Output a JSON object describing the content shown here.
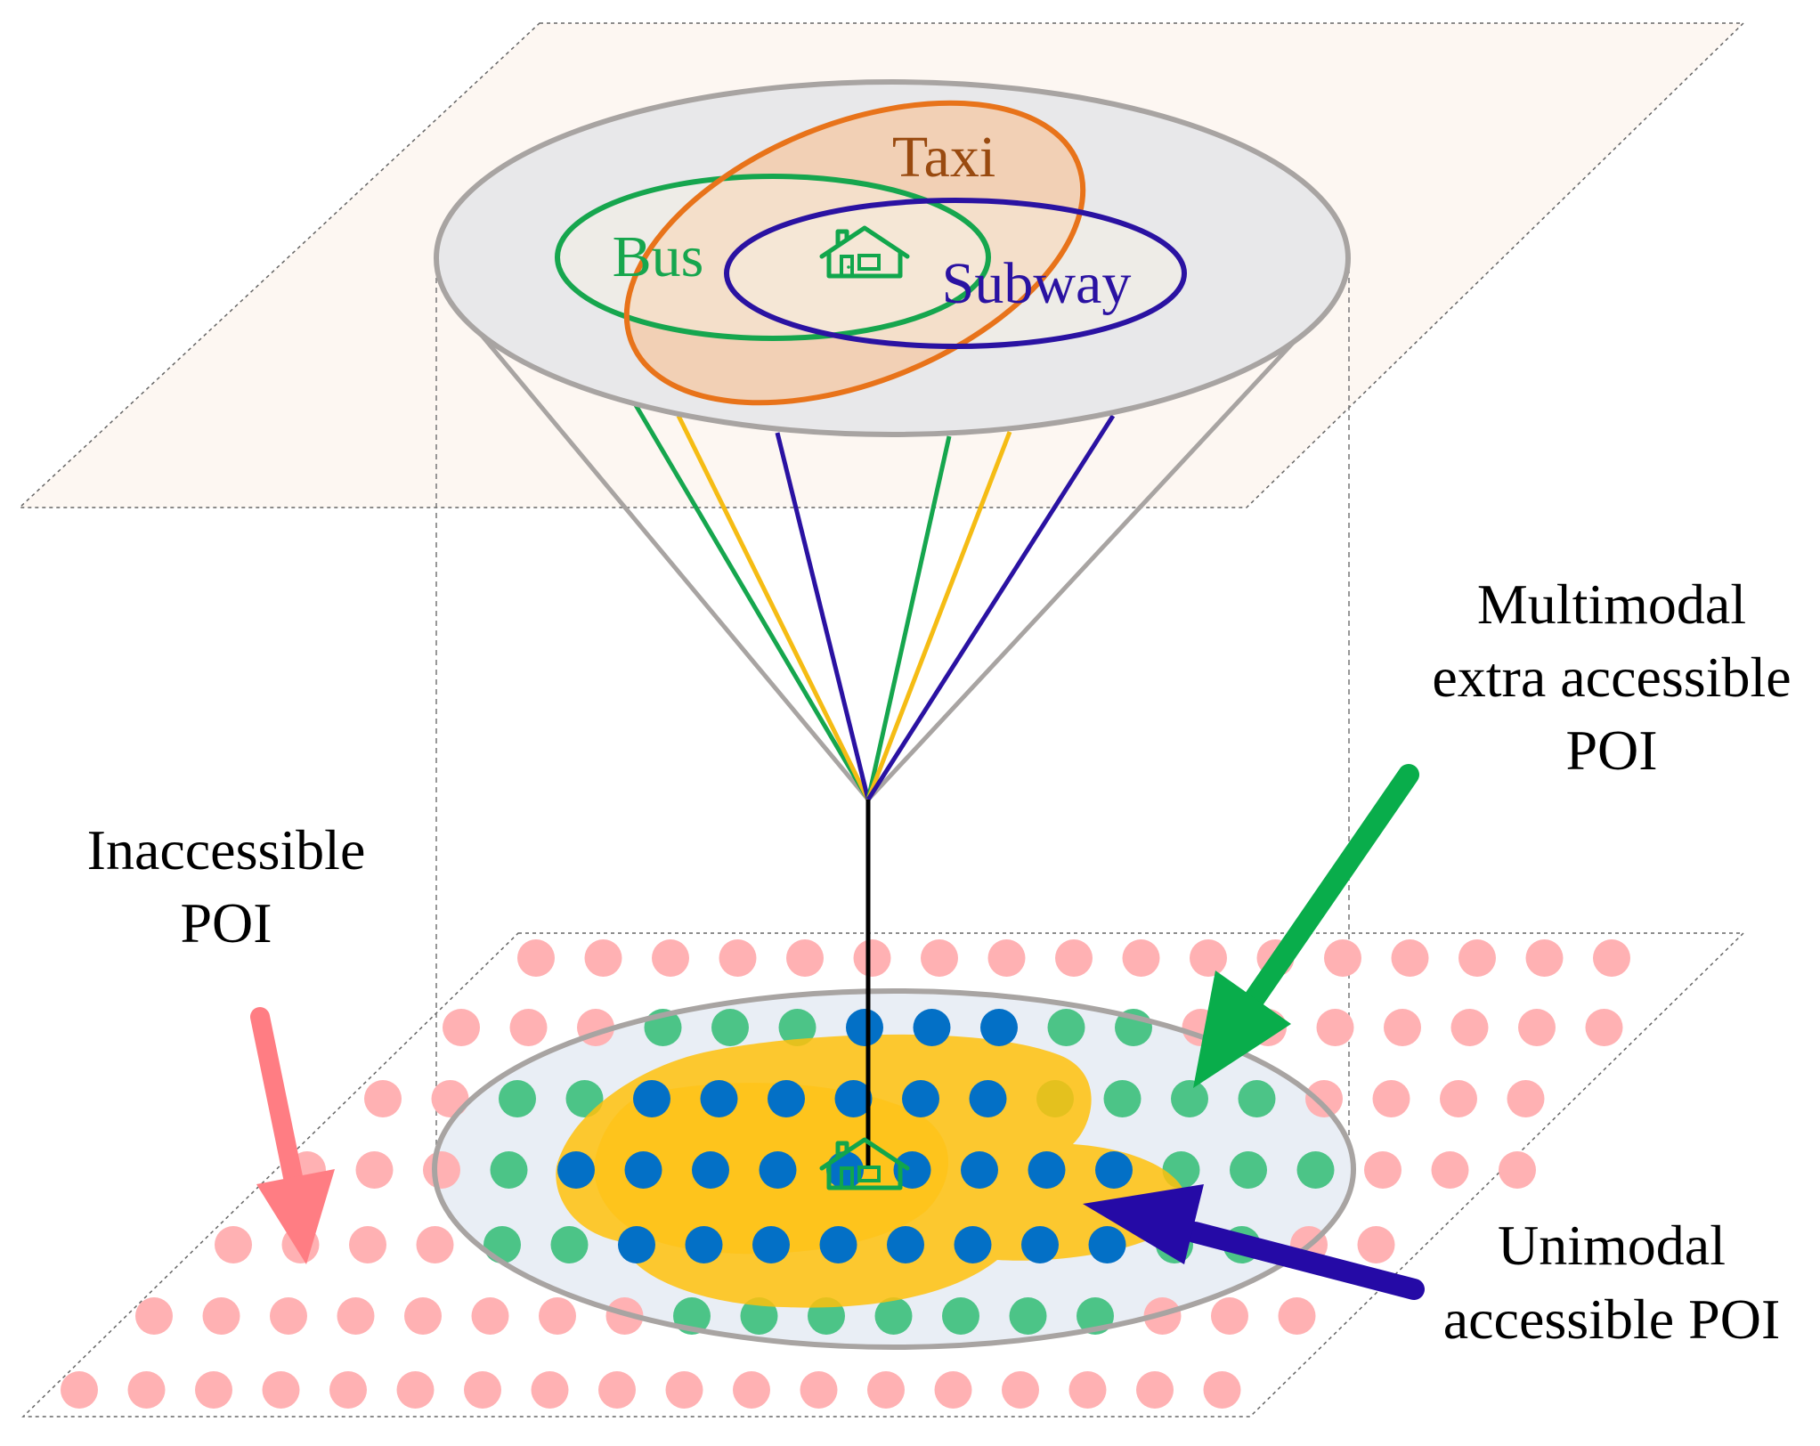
{
  "diagram": {
    "modes": {
      "taxi": "Taxi",
      "bus": "Bus",
      "subway": "Subway"
    },
    "annotations": {
      "multimodal": [
        "Multimodal",
        "extra accessible",
        "POI"
      ],
      "inaccessible": [
        "Inaccessible",
        "POI"
      ],
      "unimodal": [
        "Unimodal",
        "accessible POI"
      ]
    },
    "icons": {
      "home": "house-icon"
    },
    "colors": {
      "upper_plane": "#fdf7f2",
      "bottom_disc": "#e9eef5",
      "top_disc": "#e8e8ea",
      "disc_outline": "#a8a4a2",
      "taxi": "#e8731a",
      "taxi_fill": "#f6c8a3",
      "bus": "#16a64e",
      "subway": "#2a12a2",
      "yellow_link": "#f5bc14",
      "stem": "#000000",
      "unimodal_area": "#ffc10c",
      "poi_inaccessible": "#ffb1b3",
      "poi_multimodal": "#4cc487",
      "poi_unimodal": "#0370c6",
      "arrow_green": "#09ad4b",
      "arrow_pink": "#ff7d83",
      "arrow_navy": "#250aa6",
      "house": "#11a64c"
    }
  }
}
